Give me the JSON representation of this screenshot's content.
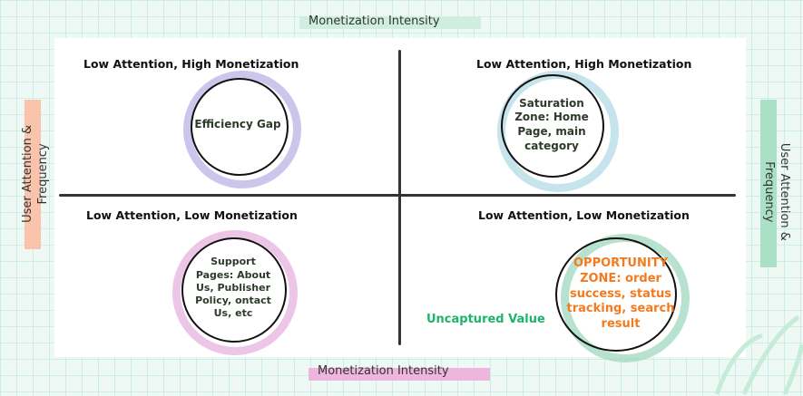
{
  "axes": {
    "top": "Monetization Intensity",
    "bottom": "Monetization Intensity",
    "left_line1": "User Attention &",
    "left_line2": "Frequency",
    "right_line1": "User Attention &",
    "right_line2": "Frequency"
  },
  "quadrants": {
    "top_left": {
      "label": "Low Attention, High Monetization",
      "circle_text": "Efficiency Gap"
    },
    "top_right": {
      "label": "Low Attention, High Monetization",
      "circle_text": "Saturation Zone: Home Page, main category"
    },
    "bottom_left": {
      "label": "Low Attention, Low Monetization",
      "circle_text": "Support Pages: About Us, Publisher Policy, ontact Us, etc"
    },
    "bottom_right": {
      "label": "Low Attention, Low Monetization",
      "circle_text": "OPPORTUNITY ZONE: order success, status tracking, search result"
    }
  },
  "annotation": "Uncaptured Value",
  "colors": {
    "purple": "#b9b3e6",
    "blue": "#b3dbe6",
    "pink": "#e7b3df",
    "green": "#9fd8bf",
    "orange": "#f47a20",
    "annotation": "#1eb36a"
  }
}
